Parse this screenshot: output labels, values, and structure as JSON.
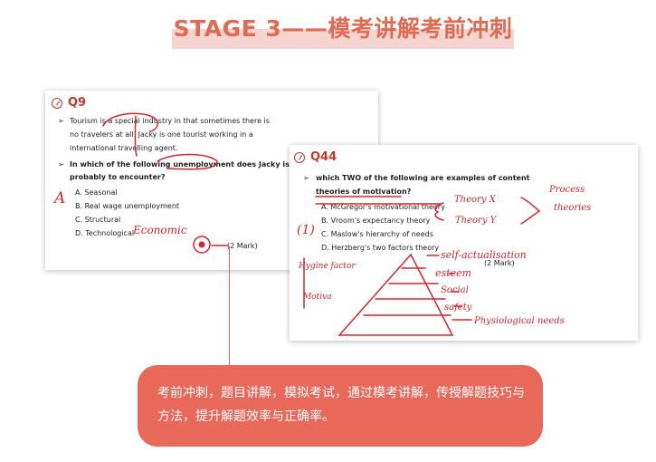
{
  "header": {
    "title": "STAGE 3——模考讲解考前冲刺"
  },
  "slide_q9": {
    "label": "Q9",
    "para1": [
      "Tourism is a special industry in that sometimes there is",
      "no travelers at all. Jacky is one tourist working in a",
      "international travelling agent."
    ],
    "question": [
      "In which of the following unemployment does Jacky is",
      "probably to encounter?"
    ],
    "options": [
      "A.  Seasonal",
      "B.  Real wage unemployment",
      "C.  Structural",
      "D.  Technological"
    ],
    "mark": "(2 Mark)",
    "annotations": {
      "answer": "A",
      "word": "Economic"
    }
  },
  "slide_q44": {
    "label": "Q44",
    "question": [
      "which TWO of the following are examples of content",
      "theories of motivation?"
    ],
    "options": [
      "A.  McGregor's motivational theory",
      "B.  Vroom's expectancy theory",
      "C.  Maslow's hierarchy of needs",
      "D.  Herzberg's two factors theory"
    ],
    "mark": "(2 Mark)",
    "annotations": {
      "answer": "(1)",
      "theory_x": "Theory X",
      "theory_y": "Theory Y",
      "process": "Process",
      "theories": "theories",
      "hygiene": "Hygine factor",
      "motivator": "Motiva",
      "self": "self-actualisation",
      "esteem": "esteem",
      "social": "Social",
      "safety": "safety",
      "physio": "Physiological needs"
    }
  },
  "callout": {
    "text": "考前冲刺，题目讲解，模拟考试，通过模考讲解，传授解题技巧与方法，提升解题效率与正确率。"
  },
  "colors": {
    "accent": "#e06a52",
    "callout_bg": "#e8685a",
    "title_bg": "#f6d4cf",
    "question_red": "#c0392b",
    "ink": "#d6262e"
  }
}
